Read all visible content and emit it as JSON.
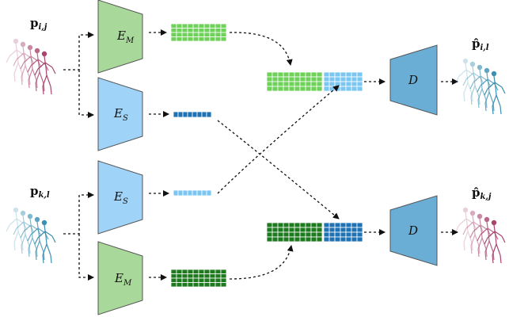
{
  "labels": {
    "p_ij": {
      "base": "p",
      "sub": "i,j"
    },
    "p_kl": {
      "base": "p",
      "sub": "k,l"
    },
    "phat_il": {
      "base": "p̂",
      "sub": "i,l"
    },
    "phat_kj": {
      "base": "p̂",
      "sub": "k,j"
    }
  },
  "blocks": {
    "enc_motion_top": {
      "base": "E",
      "sub": "M"
    },
    "enc_style_top": {
      "base": "E",
      "sub": "S"
    },
    "enc_style_bottom": {
      "base": "E",
      "sub": "S"
    },
    "enc_motion_bottom": {
      "base": "E",
      "sub": "M"
    },
    "decoder_top": {
      "base": "D"
    },
    "decoder_bottom": {
      "base": "D"
    }
  },
  "colors": {
    "motion_encoder": "#a8d89a",
    "style_encoder": "#9fd3f7",
    "decoder": "#6aaed6",
    "light_green": "#6fd05a",
    "dark_green": "#1f7a1f",
    "light_blue": "#7cc6f2",
    "dark_blue": "#1f72b4",
    "pink": "#a8456f",
    "teal": "#3b8fb0"
  }
}
